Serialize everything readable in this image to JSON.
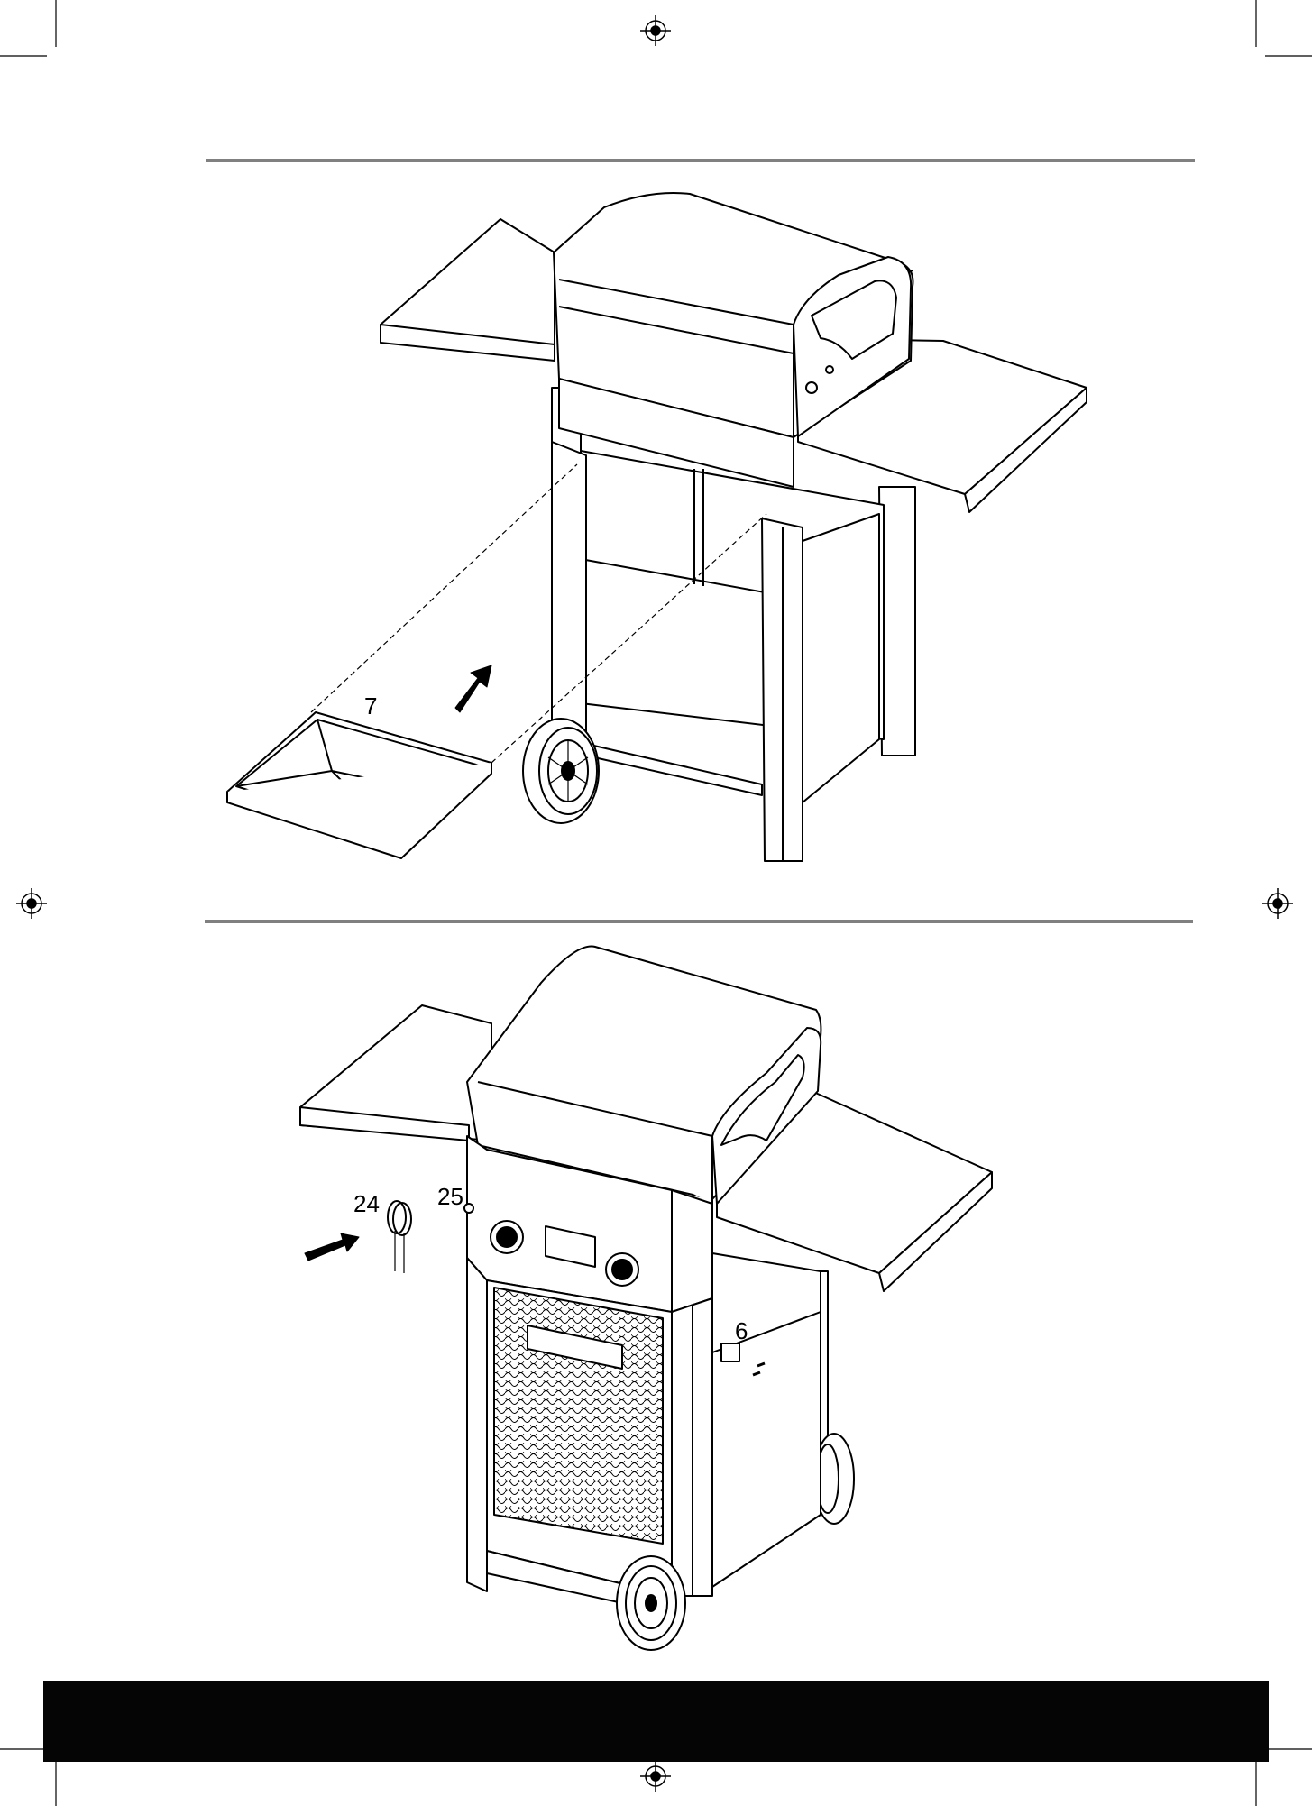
{
  "step1": {
    "part_labels": {
      "drip_tray": "7"
    }
  },
  "step2": {
    "part_labels": {
      "igniter_wires": "24",
      "knob_part": "25",
      "bracket": "6"
    }
  },
  "colors": {
    "rule": "#808080",
    "footer": "#050505",
    "line": "#000000"
  }
}
